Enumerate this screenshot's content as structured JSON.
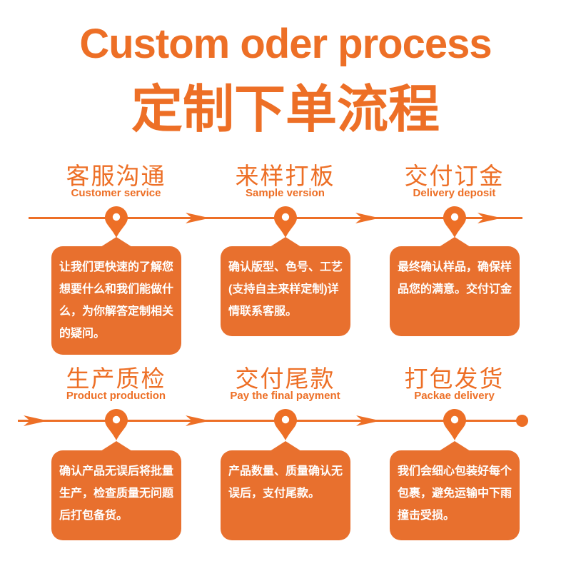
{
  "header": {
    "title_en": "Custom oder process",
    "title_zh": "定制下单流程"
  },
  "colors": {
    "accent": "#ED6F26",
    "box": "#E8702E",
    "bubble_text": "#FFFFFF"
  },
  "icons": {
    "pin": "map-pin (orange marker with white hole)",
    "arrow": "arrow-right (solid dart on flow line)",
    "end_dot": "filled circle at end of flow line"
  },
  "steps": [
    {
      "title_zh": "客服沟通",
      "title_en": "Customer service",
      "desc": "让我们更快速的了解您想要什么和我们能做什么，为你解答定制相关的疑问。"
    },
    {
      "title_zh": "来样打板",
      "title_en": "Sample version",
      "desc": "确认版型、色号、工艺(支持自主来样定制)详情联系客服。"
    },
    {
      "title_zh": "交付订金",
      "title_en": "Delivery deposit",
      "desc": "最终确认样品，确保样品您的满意。交付订金"
    },
    {
      "title_zh": "生产质检",
      "title_en": "Product production",
      "desc": "确认产品无误后将批量生产，检查质量无问题后打包备货。"
    },
    {
      "title_zh": "交付尾款",
      "title_en": "Pay the final payment",
      "desc": "产品数量、质量确认无误后，支付尾款。"
    },
    {
      "title_zh": "打包发货",
      "title_en": "Packae delivery",
      "desc": "我们会细心包装好每个包裹，避免运输中下雨撞击受损。"
    }
  ]
}
